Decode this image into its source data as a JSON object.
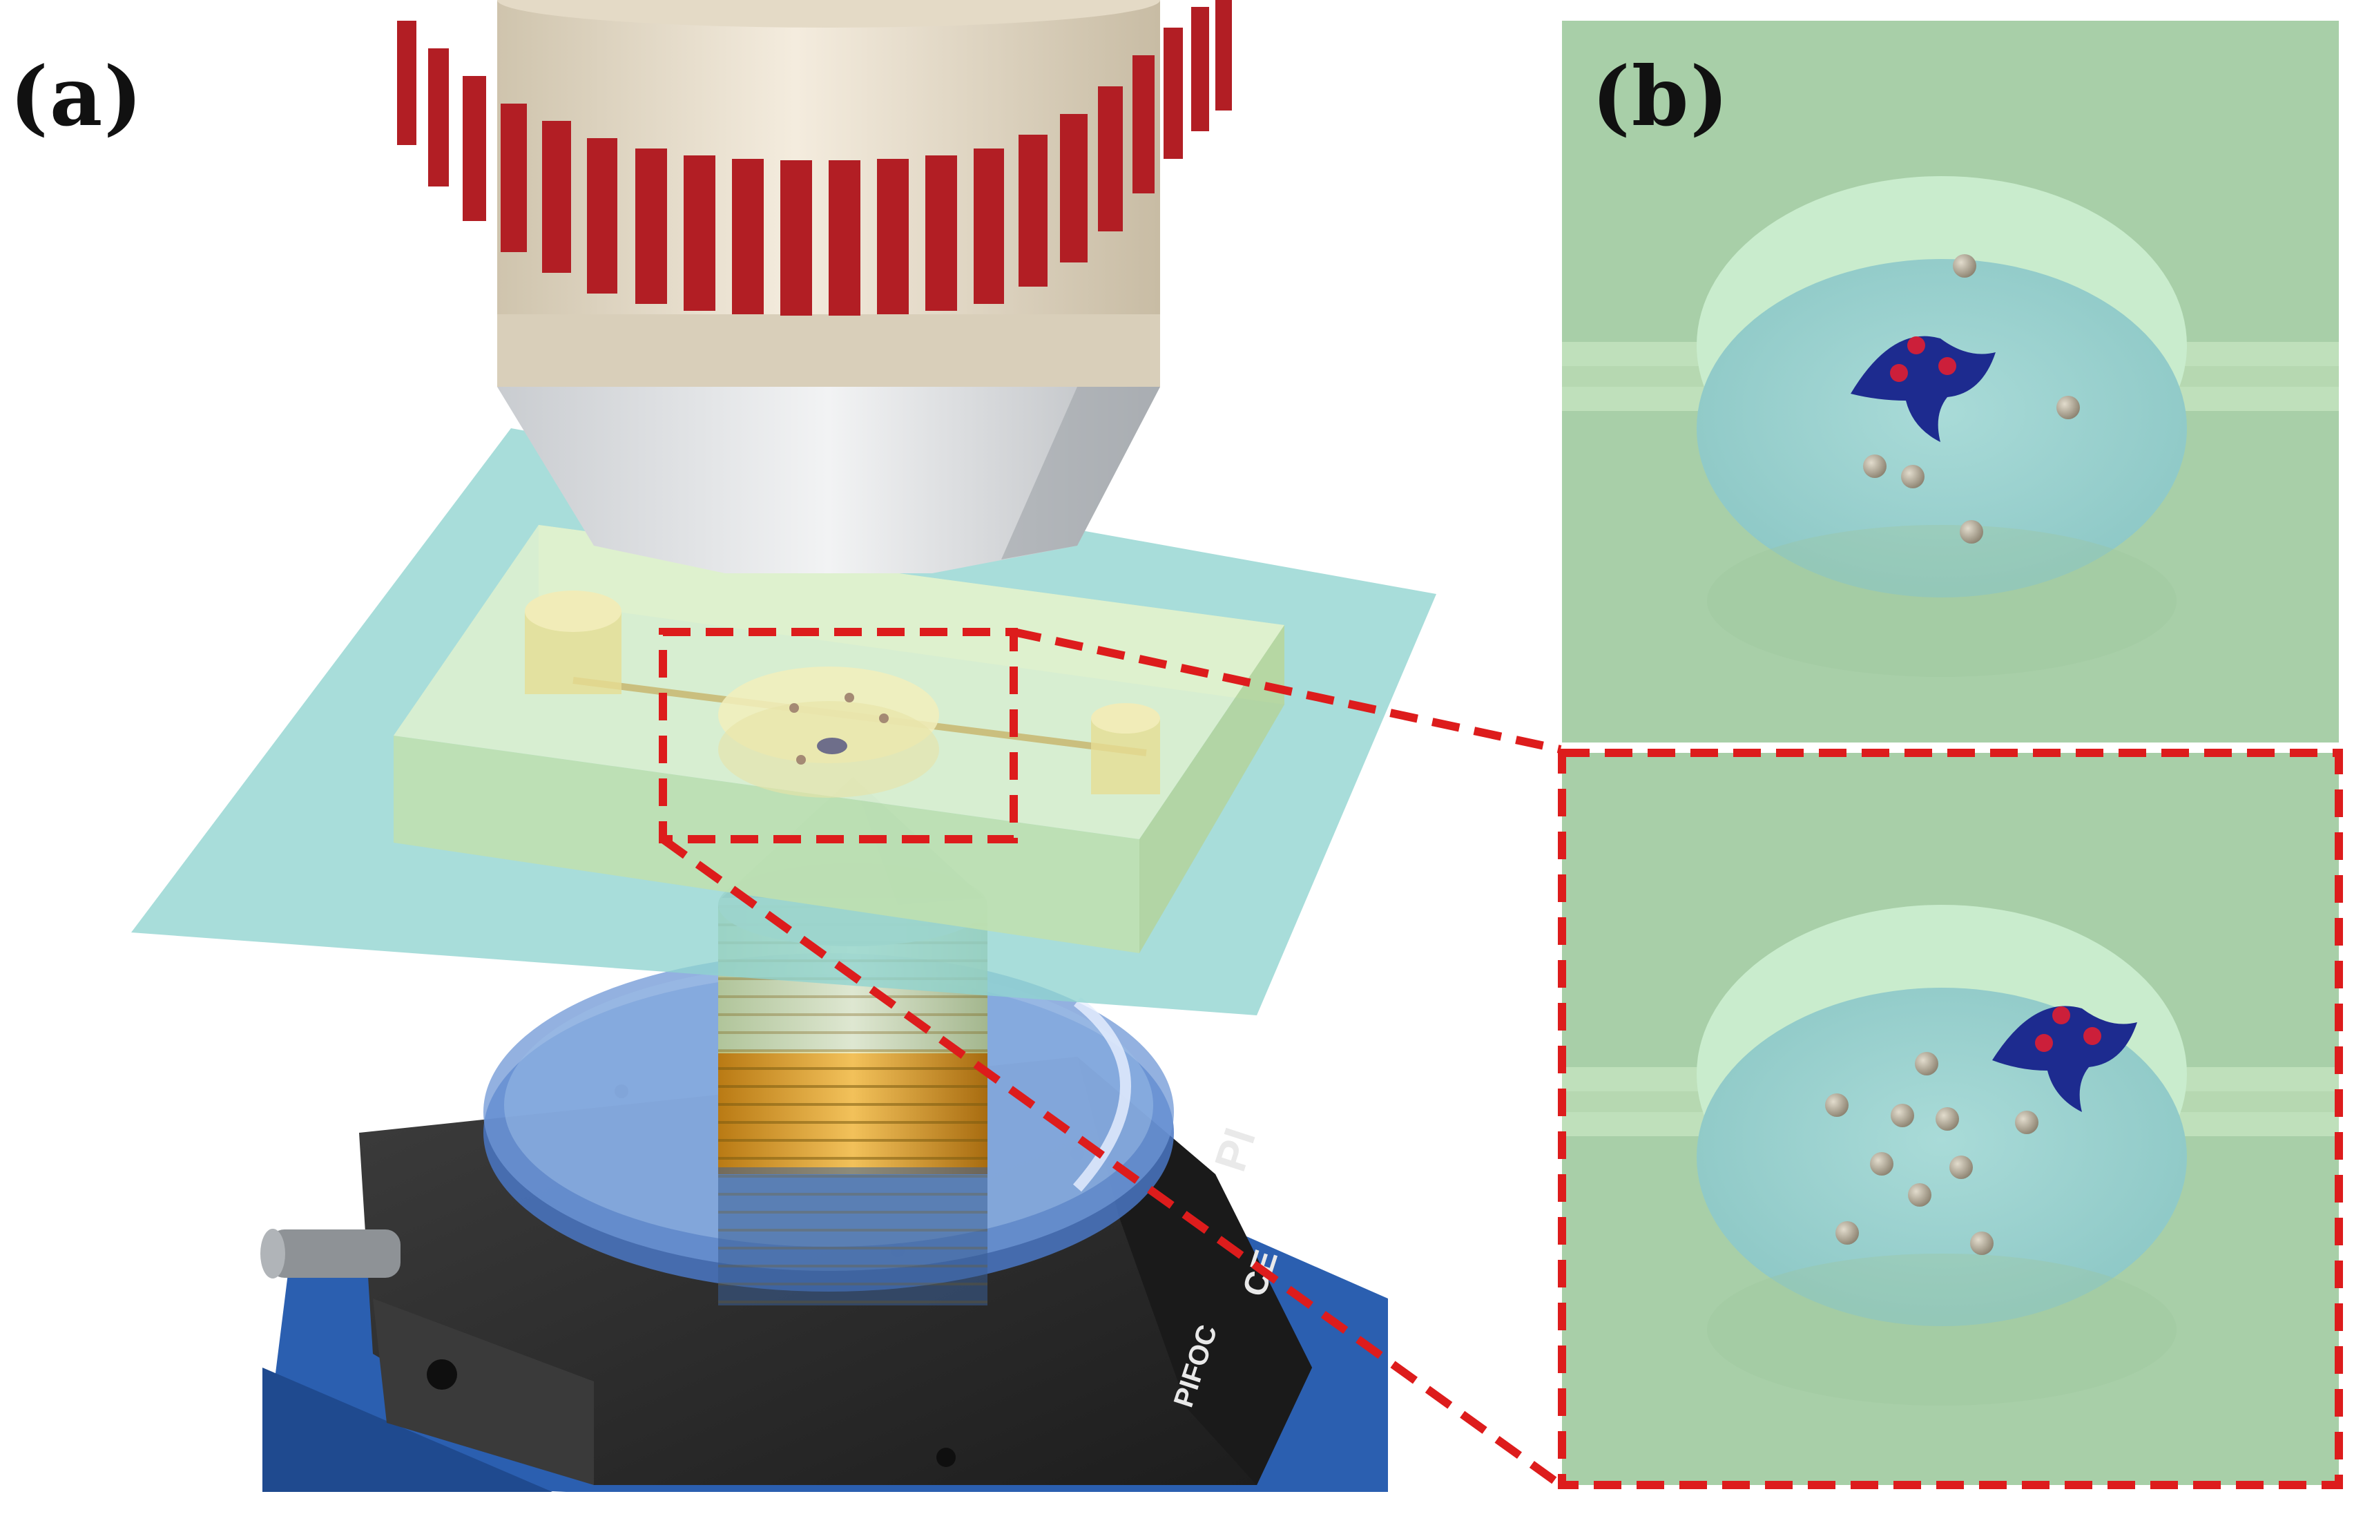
{
  "panels": {
    "a": {
      "label": "(a)"
    },
    "b": {
      "label": "(b)"
    }
  },
  "device_markings": {
    "brand": "PI",
    "model": "PIFOC",
    "ce": "CE"
  },
  "colors": {
    "background": "#ffffff",
    "zoom_outline": "#dd1c1c",
    "panel_b_bg": "#a8cfa8",
    "cell": "#1d2b8f",
    "cell_nucleus": "#cc1f3a",
    "coil_red": "#b21e24",
    "objective_body": "#ece3d1",
    "coverslip": "#8fd3cf",
    "stage_blue": "#2b5fb0",
    "stage_black": "#2a2a2a",
    "gold_coil": "#e2a437"
  }
}
